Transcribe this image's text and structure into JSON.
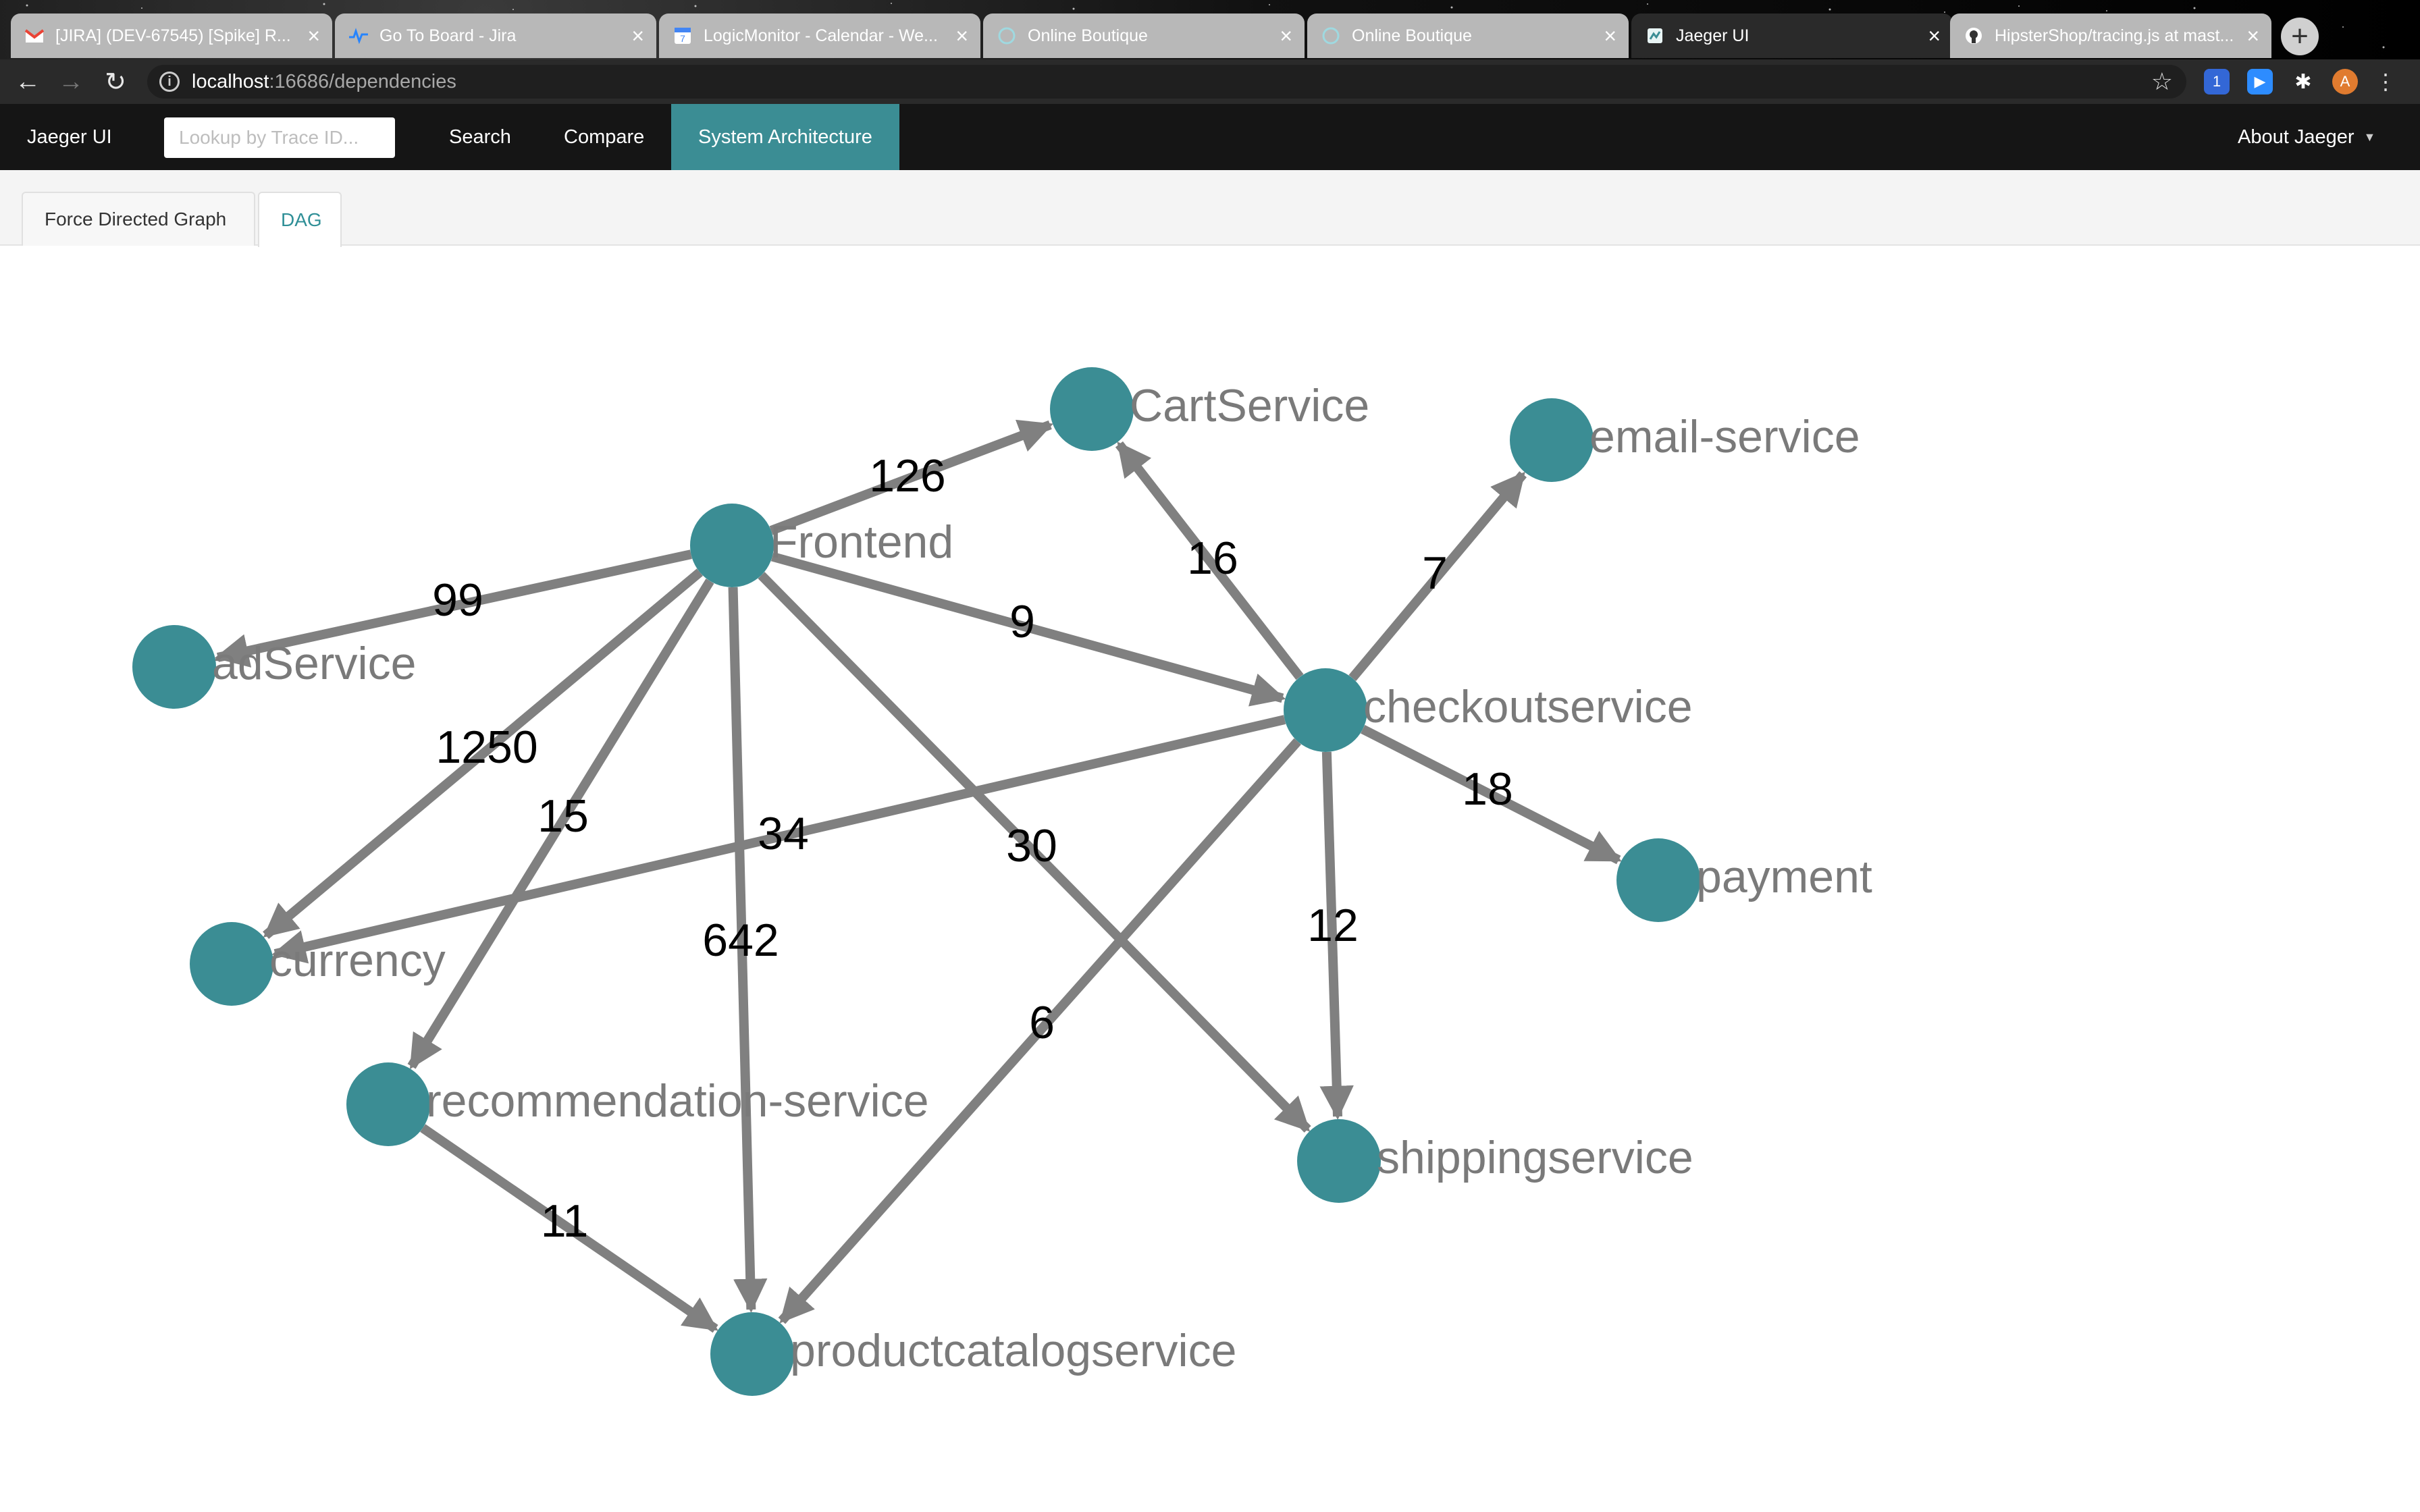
{
  "browser": {
    "tabs": [
      {
        "title": "[JIRA] (DEV-67545) [Spike] R...",
        "icon": "gmail-icon",
        "active": false
      },
      {
        "title": "Go To Board - Jira",
        "icon": "jira-pulse-icon",
        "active": false
      },
      {
        "title": "LogicMonitor - Calendar - We...",
        "icon": "calendar-icon",
        "active": false
      },
      {
        "title": "Online Boutique",
        "icon": "boutique-icon",
        "active": false
      },
      {
        "title": "Online Boutique",
        "icon": "boutique-icon",
        "active": false
      },
      {
        "title": "Jaeger UI",
        "icon": "jaeger-icon",
        "active": true
      },
      {
        "title": "HipsterShop/tracing.js at mast...",
        "icon": "github-icon",
        "active": false
      }
    ],
    "url_host": "localhost",
    "url_path": ":16686/dependencies",
    "profile_initial": "A"
  },
  "jaeger_nav": {
    "brand": "Jaeger UI",
    "lookup_placeholder": "Lookup by Trace ID...",
    "search": "Search",
    "compare": "Compare",
    "system_architecture": "System Architecture",
    "about": "About Jaeger"
  },
  "view_tabs": [
    {
      "label": "Force Directed Graph",
      "selected": false
    },
    {
      "label": "DAG",
      "selected": true
    }
  ],
  "colors": {
    "node": "#3b8d94",
    "edge": "#808080",
    "accent": "#2f8f97",
    "label": "#7a7a7a"
  },
  "graph": {
    "nodes": [
      {
        "id": "frontend",
        "label": "Frontend"
      },
      {
        "id": "cart",
        "label": "CartService"
      },
      {
        "id": "email",
        "label": "email-service"
      },
      {
        "id": "ad",
        "label": "adService"
      },
      {
        "id": "checkout",
        "label": "checkoutservice"
      },
      {
        "id": "payment",
        "label": "payment"
      },
      {
        "id": "currency",
        "label": "currency"
      },
      {
        "id": "recommendation",
        "label": "recommendation-service"
      },
      {
        "id": "shipping",
        "label": "shippingservice"
      },
      {
        "id": "productcatalog",
        "label": "productcatalogservice"
      }
    ],
    "edges": [
      {
        "from": "frontend",
        "to": "cart",
        "calls": "126"
      },
      {
        "from": "frontend",
        "to": "ad",
        "calls": "99"
      },
      {
        "from": "frontend",
        "to": "checkout",
        "calls": "9"
      },
      {
        "from": "frontend",
        "to": "currency",
        "calls": "1250"
      },
      {
        "from": "frontend",
        "to": "recommendation",
        "calls": "15"
      },
      {
        "from": "frontend",
        "to": "productcatalog",
        "calls": "642"
      },
      {
        "from": "frontend",
        "to": "shipping",
        "calls": "30"
      },
      {
        "from": "checkout",
        "to": "cart",
        "calls": "16"
      },
      {
        "from": "checkout",
        "to": "email",
        "calls": "7"
      },
      {
        "from": "checkout",
        "to": "payment",
        "calls": "18"
      },
      {
        "from": "checkout",
        "to": "currency",
        "calls": "34"
      },
      {
        "from": "checkout",
        "to": "shipping",
        "calls": "12"
      },
      {
        "from": "checkout",
        "to": "productcatalog",
        "calls": "6"
      },
      {
        "from": "recommendation",
        "to": "productcatalog",
        "calls": "11"
      }
    ]
  }
}
